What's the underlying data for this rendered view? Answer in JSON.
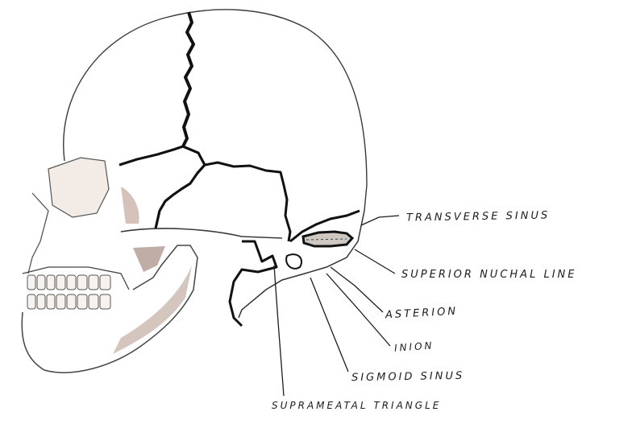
{
  "labels": {
    "transverse_sinus": "TRANSVERSE SINUS",
    "superior_nuchal_line": "SUPERIOR NUCHAL LINE",
    "asterion": "ASTERION",
    "inion": "INION",
    "sigmoid_sinus": "SIGMOID SINUS",
    "suprameatal_triangle": "SUPRAMEATAL TRIANGLE"
  },
  "colors": {
    "ink": "#1c1c1c",
    "shading": "#a07e6e",
    "paper": "#ffffff"
  }
}
